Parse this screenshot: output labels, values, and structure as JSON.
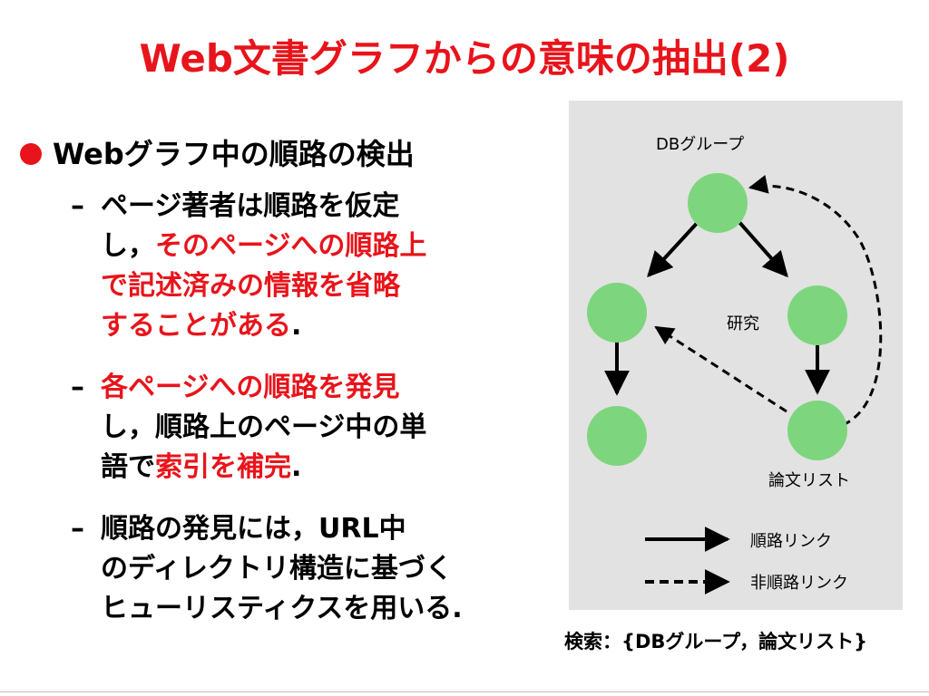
{
  "title": "Web文書グラフからの意味の抽出(2)",
  "bullet": "Webグラフ中の順路の検出",
  "items": [
    {
      "lines": [
        [
          {
            "t": "ページ著者は順路を仮定",
            "red": false
          }
        ],
        [
          {
            "t": "し，",
            "red": false
          },
          {
            "t": "そのページへの順路上",
            "red": true
          }
        ],
        [
          {
            "t": "で記述済みの情報を省略",
            "red": true
          }
        ],
        [
          {
            "t": "することがある",
            "red": true
          },
          {
            "t": ".",
            "red": false
          }
        ]
      ]
    },
    {
      "lines": [
        [
          {
            "t": "各ページへの順路を発見",
            "red": true
          }
        ],
        [
          {
            "t": "し，順路上のページ中の単",
            "red": false
          }
        ],
        [
          {
            "t": "語で",
            "red": false
          },
          {
            "t": "索引を補完",
            "red": true
          },
          {
            "t": ".",
            "red": false
          }
        ]
      ]
    },
    {
      "lines": [
        [
          {
            "t": "順路の発見には，URL中",
            "red": false
          }
        ],
        [
          {
            "t": "のディレクトリ構造に基づく",
            "red": false
          }
        ],
        [
          {
            "t": "ヒューリスティクスを用いる.",
            "red": false
          }
        ]
      ]
    }
  ],
  "diagram": {
    "node_color": "#7dd67d",
    "labels": {
      "db_group": "DBグループ",
      "research": "研究",
      "paper_list": "論文リスト"
    },
    "legend": {
      "solid": "順路リンク",
      "dashed": "非順路リンク"
    }
  },
  "caption": "検索：{DBグループ，論文リスト}"
}
